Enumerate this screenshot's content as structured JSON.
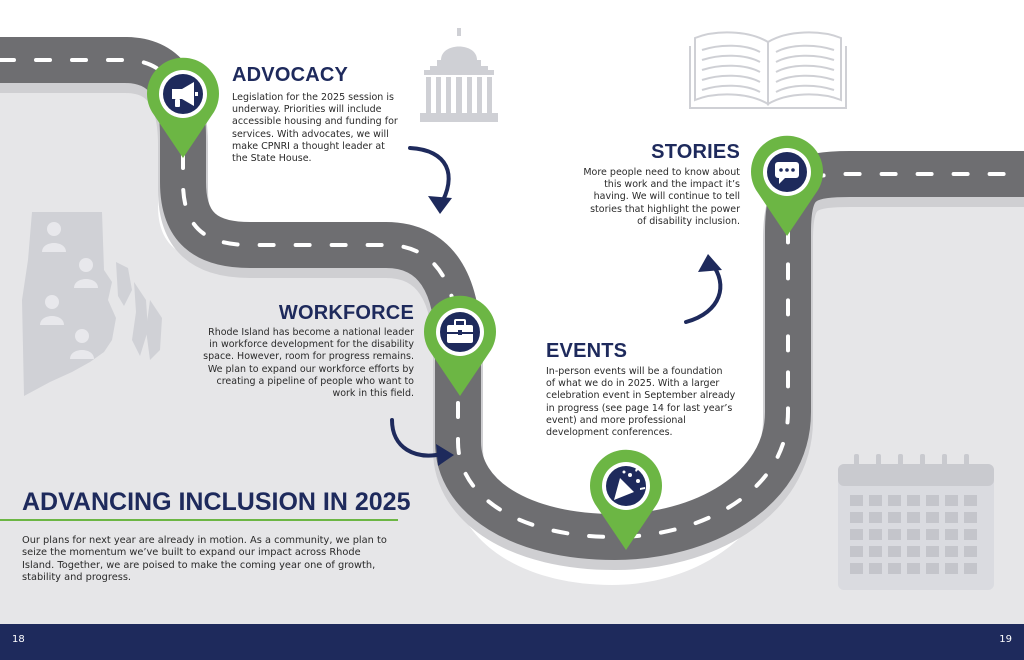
{
  "colors": {
    "navy": "#1e2a5c",
    "accent_green": "#6cb644",
    "road": "#6e6e71",
    "light_gray_panel": "#e6e6e8",
    "icon_gray": "#cfd0d5"
  },
  "icons": {
    "advocacy": "megaphone-icon",
    "workforce": "briefcase-icon",
    "events": "party-popper-icon",
    "stories": "speech-bubble-icon",
    "state_house": "capitol-building-icon",
    "book": "open-book-icon",
    "map": "rhode-island-map-icon",
    "calendar": "calendar-icon"
  },
  "sections": {
    "advocacy": {
      "heading": "ADVOCACY",
      "body": "Legislation for the 2025 session is\nunderway. Priorities will include\naccessible housing and funding for\nservices. With advocates, we will\nmake CPNRI a thought leader at\nthe State House."
    },
    "workforce": {
      "heading": "WORKFORCE",
      "body": "Rhode Island has become a national leader\nin workforce development for the disability\nspace. However, room for progress remains.\nWe plan to expand our workforce efforts by\ncreating a pipeline of people who want to\nwork in this field."
    },
    "events": {
      "heading": "EVENTS",
      "body": "In-person events will be a foundation\nof what we do in 2025. With a larger\ncelebration event in September already\nin progress (see page 14 for last year’s\nevent) and more professional\ndevelopment conferences."
    },
    "stories": {
      "heading": "STORIES",
      "body": "More people need to know about\nthis work and the impact it’s\nhaving. We will continue to tell\nstories that highlight the power\nof disability inclusion."
    }
  },
  "title": "ADVANCING INCLUSION IN 2025",
  "intro": "Our plans for next year are already in motion. As a community, we plan to\nseize the momentum we’ve built to expand our impact across Rhode\nIsland. Together, we are poised to make the coming year one of growth,\nstability and progress.",
  "footer": {
    "left_page": "18",
    "right_page": "19"
  }
}
